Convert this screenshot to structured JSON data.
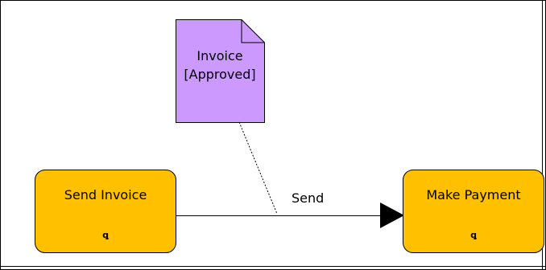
{
  "diagram": {
    "actions": [
      {
        "label": "Send Invoice",
        "glyph": "ꝗ"
      },
      {
        "label": "Make Payment",
        "glyph": "ꝗ"
      }
    ],
    "object_node": {
      "name": "Invoice",
      "state": "[Approved]"
    },
    "flow": {
      "label": "Send"
    },
    "colors": {
      "action_fill": "#ffc000",
      "object_fill": "#cc99ff",
      "border": "#000000"
    }
  }
}
